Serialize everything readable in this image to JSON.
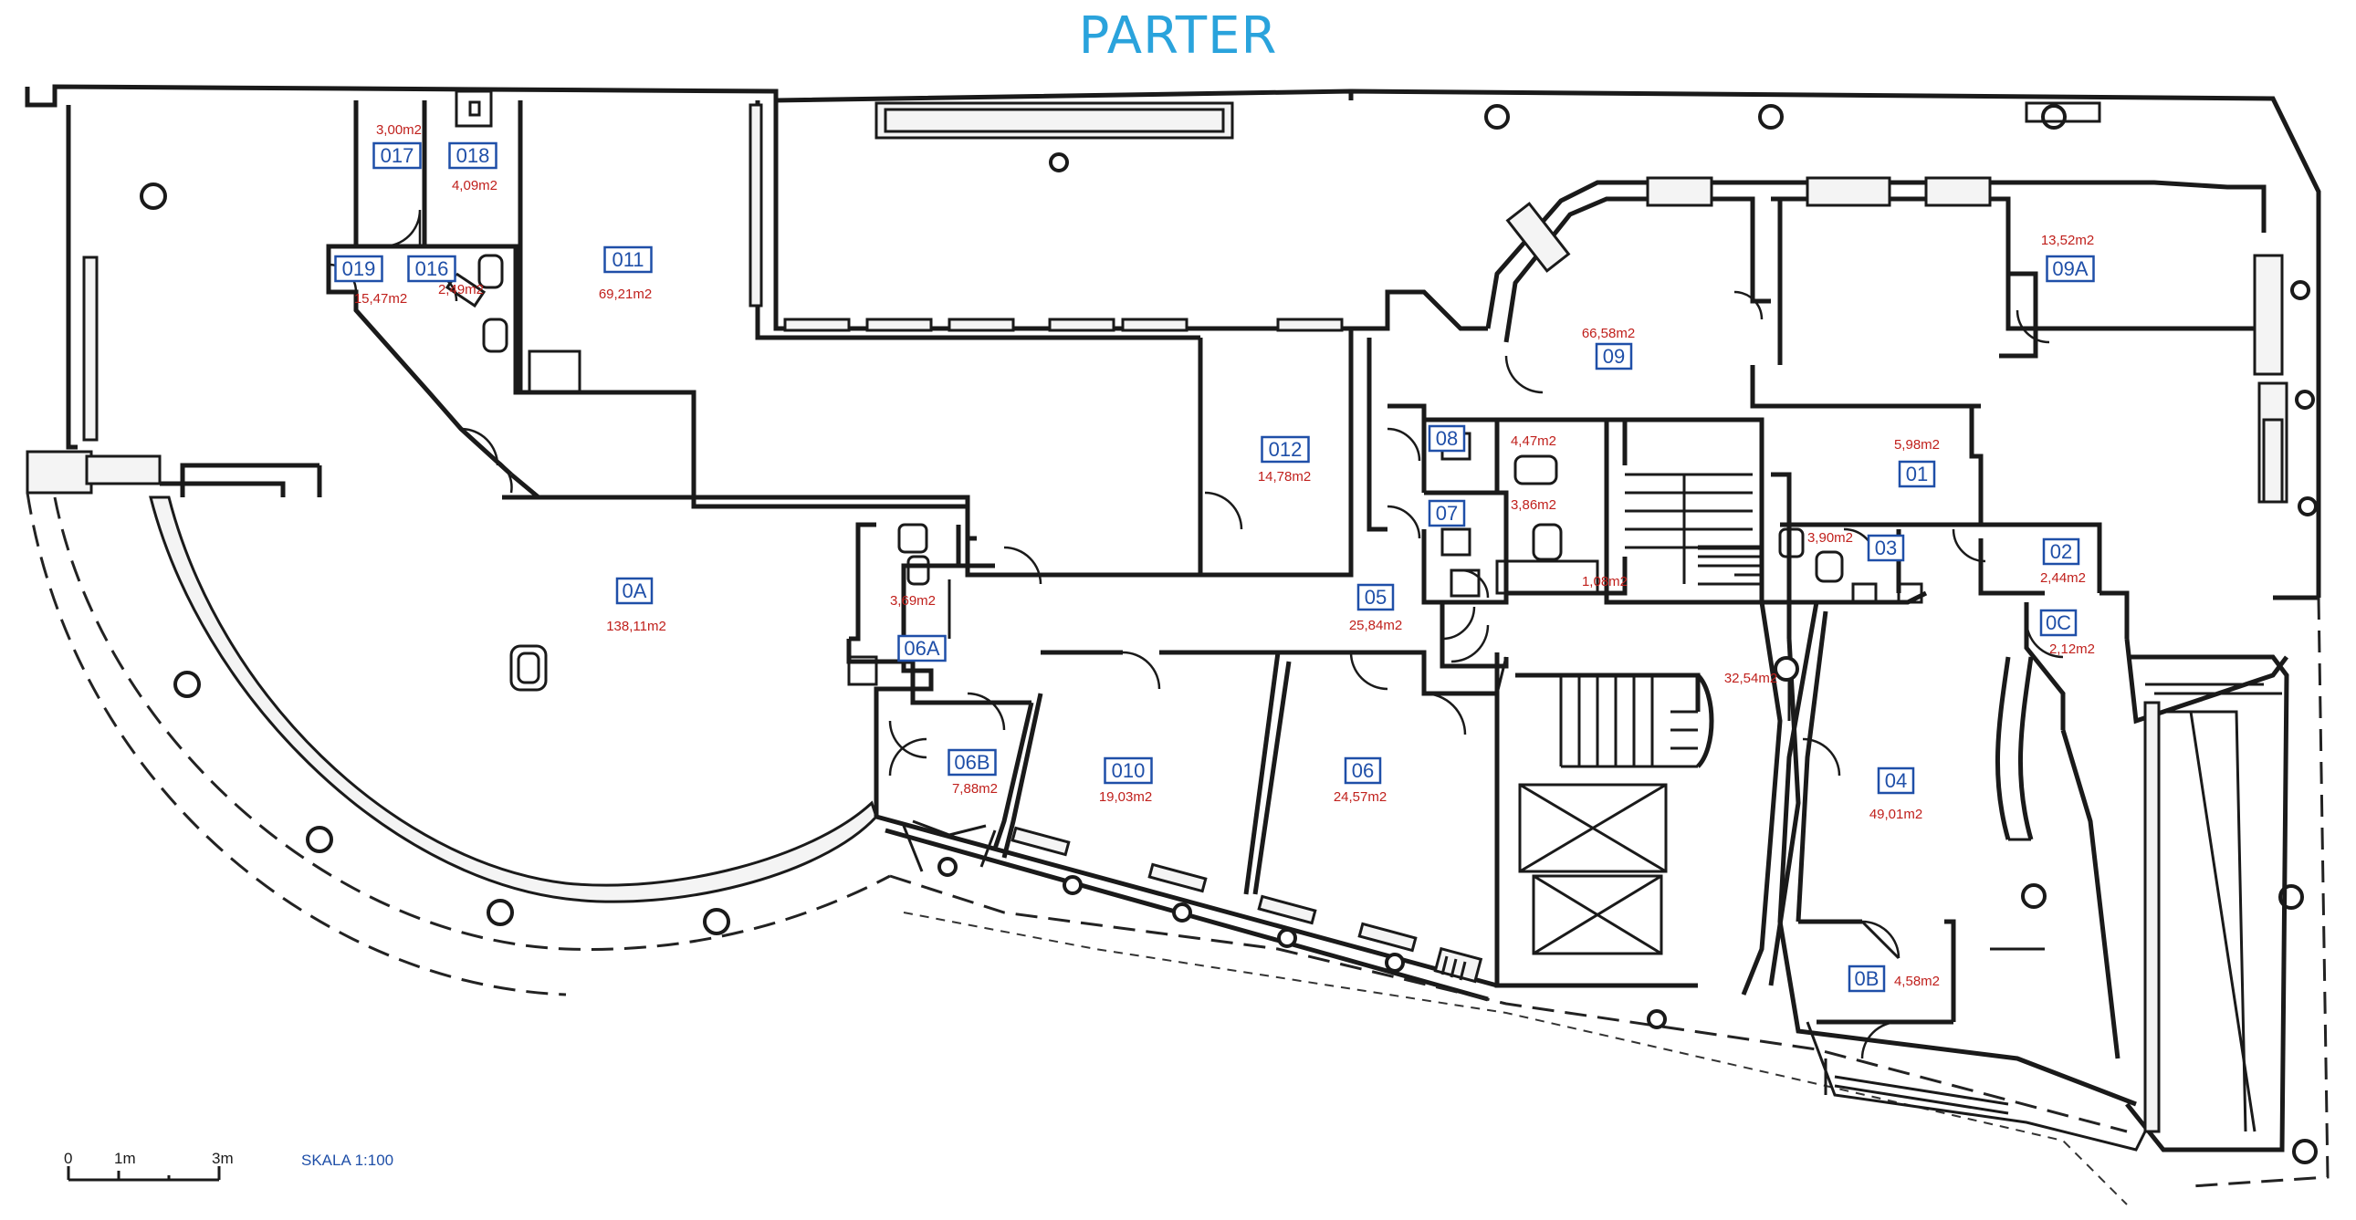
{
  "title": "PARTER",
  "colors": {
    "title": "#2aa3dc",
    "room_id": "#1f4fa8",
    "room_area": "#c0201c",
    "lines": "#1a1a1a",
    "scale_name": "#1f4fa8"
  },
  "rooms": [
    {
      "id": "017",
      "area": "3,00m2"
    },
    {
      "id": "018",
      "area": "4,09m2"
    },
    {
      "id": "019",
      "area": "15,47m2"
    },
    {
      "id": "016",
      "area": "2,49m2"
    },
    {
      "id": "011",
      "area": "69,21m2"
    },
    {
      "id": "012",
      "area": "14,78m2"
    },
    {
      "id": "0A",
      "area": "138,11m2"
    },
    {
      "id": "06A",
      "area": "3,69m2"
    },
    {
      "id": "06B",
      "area": "7,88m2"
    },
    {
      "id": "010",
      "area": "19,03m2"
    },
    {
      "id": "06",
      "area": "24,57m2"
    },
    {
      "id": "05",
      "area": "25,84m2"
    },
    {
      "id": "08",
      "area": "4,47m2"
    },
    {
      "id": "07",
      "area": "3,86m2"
    },
    {
      "id": "",
      "area": "1,08m2"
    },
    {
      "id": "",
      "area": "32,54m2"
    },
    {
      "id": "09",
      "area": "66,58m2"
    },
    {
      "id": "09A",
      "area": "13,52m2"
    },
    {
      "id": "01",
      "area": "5,98m2"
    },
    {
      "id": "03",
      "area": "3,90m2"
    },
    {
      "id": "02",
      "area": "2,44m2"
    },
    {
      "id": "0C",
      "area": "2,12m2"
    },
    {
      "id": "04",
      "area": "49,01m2"
    },
    {
      "id": "0B",
      "area": "4,58m2"
    }
  ],
  "scale": {
    "ticks": [
      "0",
      "1m",
      "3m"
    ],
    "label": "SKALA 1:100"
  }
}
